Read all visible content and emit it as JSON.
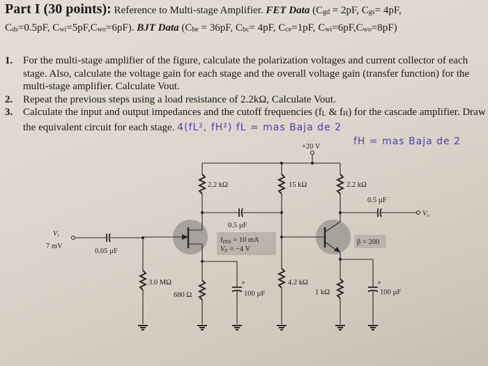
{
  "header": {
    "part_title": "Part I (30 points)",
    "colon": ":",
    "intro": " Reference to Multi-stage Amplifier. ",
    "fet_label": "FET Data",
    "fet_values_1": " (C",
    "fet_line1": {
      "cgd": "C",
      "cgd_sub": "gd",
      "cgd_val": " = 2pF, ",
      "cgs": "C",
      "cgs_sub": "gs",
      "cgs_val": "= 4pF,"
    },
    "fet_line2": {
      "cds": "C",
      "cds_sub": "ds",
      "cds_val": "=0.5pF, ",
      "cwi": "C",
      "cwi_sub": "wi",
      "cwi_val": "=5pF,",
      "cwo": "C",
      "cwo_sub": "wo",
      "cwo_val": "=6pF). "
    },
    "bjt_label": "BJT Data",
    "bjt": {
      "open": " (C",
      "cbe_sub": "be",
      "cbe_val": " = 36pF, C",
      "cbc_sub": "bc",
      "cbc_val": "= 4pF, C",
      "cce_sub": "ce",
      "cce_val": "=1pF, C",
      "cwi_sub": "wi",
      "cwi_val": "=6pF,C",
      "cwo_sub": "wo",
      "cwo_val": "=8pF)"
    }
  },
  "tasks": [
    {
      "num": "1.",
      "text": "For the multi-stage amplifier of the figure, calculate the polarization voltages and current collector of each stage. Also, calculate the voltage gain for each stage and the overall voltage gain (transfer function) for the multi-stage amplifier. Calculate Vout."
    },
    {
      "num": "2.",
      "text": "Repeat the previous steps using a load resistance of 2.2kΩ, Calculate Vout."
    },
    {
      "num": "3.",
      "text_a": "Calculate the input and output impedances and the cutoff frequencies (f",
      "sub_l": "L",
      "text_b": " & f",
      "sub_h": "H",
      "text_c": ") for the cascade amplifier. Draw the equivalent circuit for each stage. "
    }
  ],
  "handwriting": {
    "note1": "4(fL², fH²)  fL = mas Baja de 2",
    "note2": "fH = mas Baja de 2"
  },
  "circuit": {
    "supply": "+20 V",
    "vi_label": "V",
    "vi_sub": "i",
    "vi_value": "7 mV",
    "c_in": "0.05 µF",
    "r_gate": "3.0 MΩ",
    "r_drain": "2.2 kΩ",
    "r_source": "680 Ω",
    "c_source": "100 µF",
    "c_couple": "0.5 µF",
    "idss": "I",
    "idss_sub": "DSS",
    "idss_val": " = 10 mA",
    "vp": "V",
    "vp_sub": "P",
    "vp_val": " = −4 V",
    "r_b1": "15 kΩ",
    "r_b2": "4.2 kΩ",
    "r_collector": "2.2 kΩ",
    "r_emitter": "1 kΩ",
    "c_emitter": "100 µF",
    "c_out": "0.5 µF",
    "vo_label": "V",
    "vo_sub": "o",
    "beta": "β = 200",
    "plus": "+"
  },
  "colors": {
    "paper": "#ddd5cc",
    "ink": "#1c1a18",
    "handwriting": "#4a3fa8",
    "device_shade": "#a8a29c",
    "param_box": "#bab4ad"
  }
}
